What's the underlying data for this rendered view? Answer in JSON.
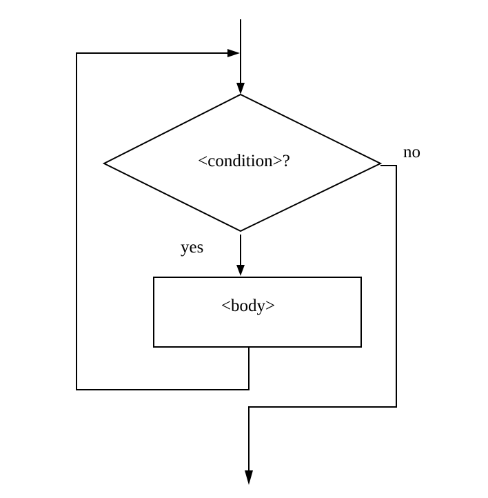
{
  "diagram": {
    "type": "flowchart",
    "nodes": {
      "decision": {
        "shape": "diamond",
        "label": "<condition>?"
      },
      "process": {
        "shape": "rectangle",
        "label": "<body>"
      }
    },
    "edges": {
      "entry": {
        "from": "start",
        "to": "decision",
        "label": ""
      },
      "yes": {
        "from": "decision",
        "to": "process",
        "label": "yes"
      },
      "no": {
        "from": "decision",
        "to": "exit",
        "label": "no"
      },
      "loop_back": {
        "from": "process",
        "to": "decision",
        "label": ""
      }
    }
  }
}
